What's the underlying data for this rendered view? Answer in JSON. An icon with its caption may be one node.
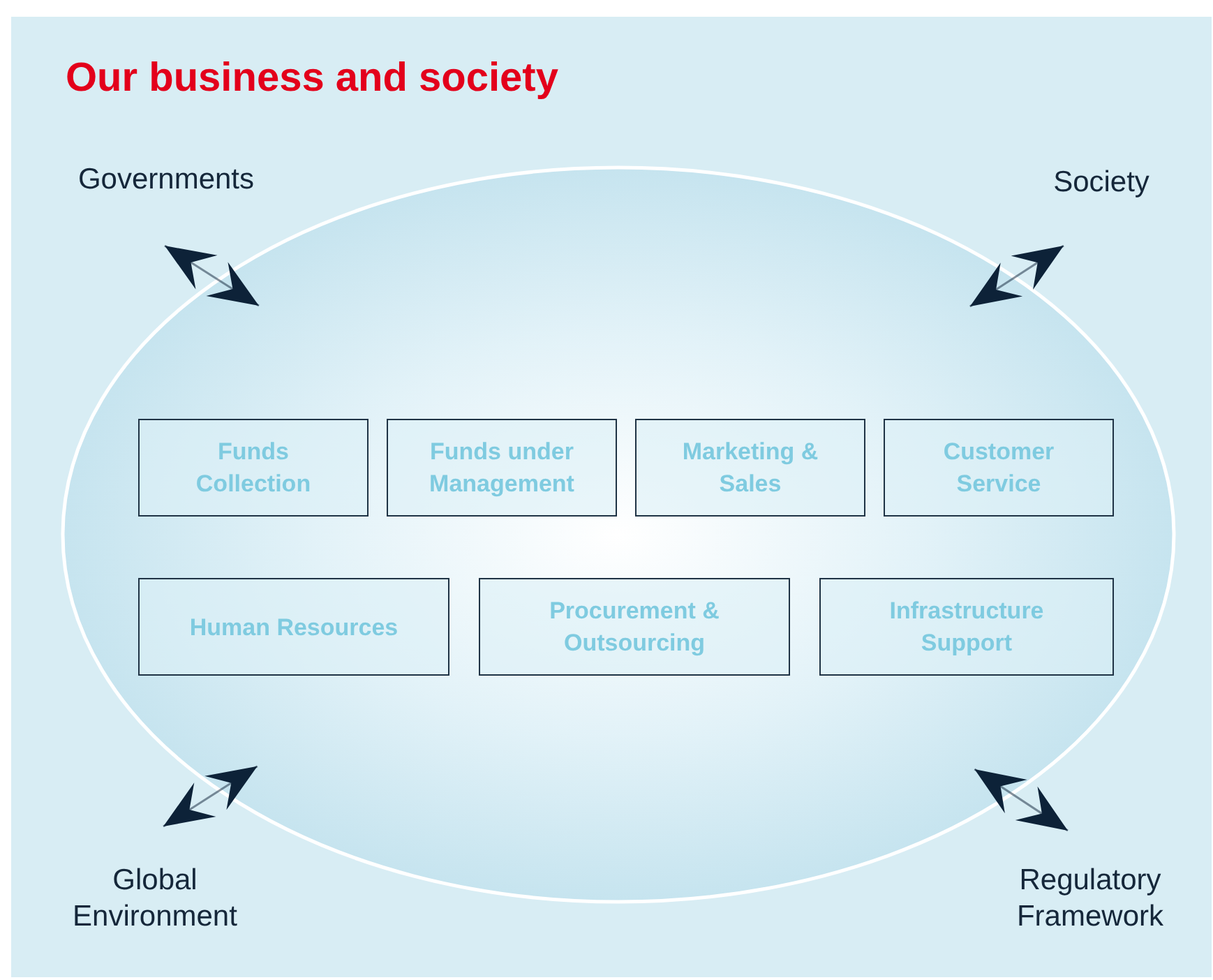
{
  "diagram": {
    "title": "Our business and society",
    "nodes": [
      {
        "text": [
          "Governments"
        ]
      },
      {
        "text": [
          "Society"
        ]
      },
      {
        "text": [],
        "shape": "ellipse"
      },
      {
        "text": [
          "Funds Collection"
        ],
        "in": 2
      },
      {
        "text": [
          "Funds under Management"
        ],
        "in": 2
      },
      {
        "text": [
          "Marketing & Sales"
        ],
        "in": 2
      },
      {
        "text": [
          "Customer Service"
        ],
        "in": 2
      },
      {
        "text": [
          "Human Resources"
        ],
        "in": 2
      },
      {
        "text": [
          "Procurement & Outsourcing"
        ],
        "in": 2
      },
      {
        "text": [
          "Infrastructure Support"
        ],
        "in": 2
      },
      {
        "text": [
          "Global Environment"
        ]
      },
      {
        "text": [
          "Regulatory Framework"
        ]
      }
    ],
    "edges": [
      {
        "from": 0,
        "to": 2,
        "arrow": "both"
      },
      {
        "from": 1,
        "to": 2,
        "arrow": "both"
      },
      {
        "from": 10,
        "to": 2,
        "arrow": "both"
      },
      {
        "from": 11,
        "to": 2,
        "arrow": "both"
      }
    ]
  }
}
